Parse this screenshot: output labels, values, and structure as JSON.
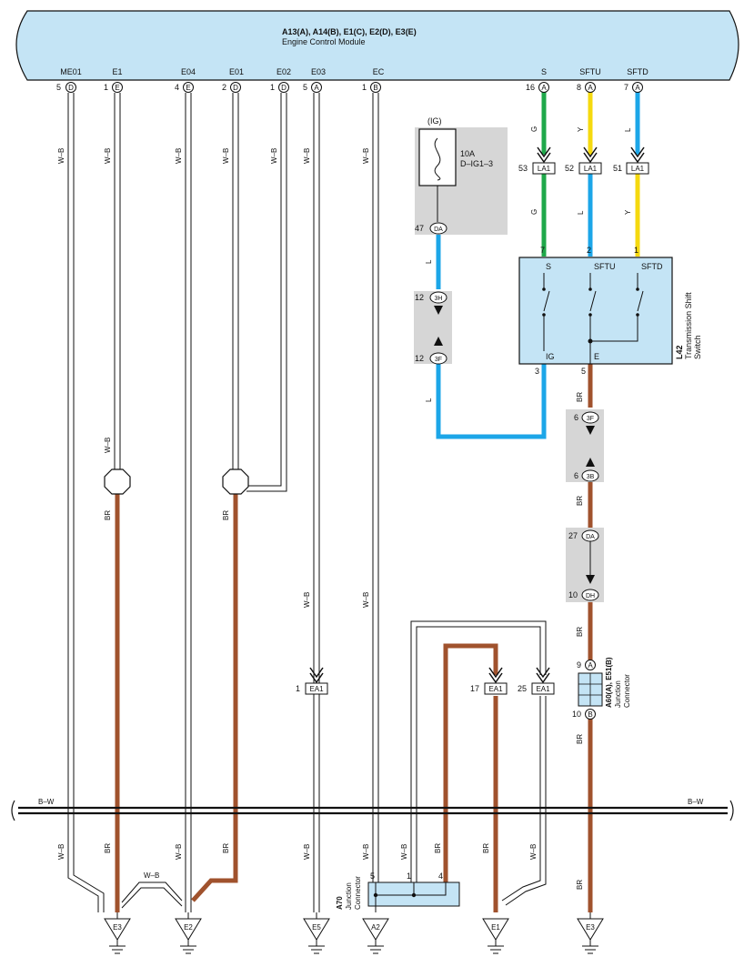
{
  "ecm": {
    "codes": "A13(A), A14(B), E1(C), E2(D), E3(E)",
    "name": "Engine Control Module",
    "terminals": [
      {
        "signal": "ME01",
        "pin": "5",
        "conn": "D"
      },
      {
        "signal": "E1",
        "pin": "1",
        "conn": "E"
      },
      {
        "signal": "E04",
        "pin": "4",
        "conn": "E"
      },
      {
        "signal": "E01",
        "pin": "2",
        "conn": "D"
      },
      {
        "signal": "E02",
        "pin": "1",
        "conn": "D"
      },
      {
        "signal": "E03",
        "pin": "5",
        "conn": "A"
      },
      {
        "signal": "EC",
        "pin": "1",
        "conn": "B"
      },
      {
        "signal": "S",
        "pin": "16",
        "conn": "A"
      },
      {
        "signal": "SFTU",
        "pin": "8",
        "conn": "A"
      },
      {
        "signal": "SFTD",
        "pin": "7",
        "conn": "A"
      }
    ]
  },
  "fuse": {
    "ig": "(IG)",
    "amp": "10A",
    "name": "D–IG1–3"
  },
  "colors": {
    "WB": "W–B",
    "BR": "BR",
    "L": "L",
    "G": "G",
    "Y": "Y",
    "BW": "B–W"
  },
  "connectors": {
    "la1": {
      "name": "LA1",
      "pins": [
        "53",
        "52",
        "51"
      ]
    },
    "da": {
      "name": "DA",
      "pin47": "47",
      "pin27": "27"
    },
    "h3": {
      "name": "3H",
      "pin": "12"
    },
    "f3": {
      "name": "3F",
      "pin12": "12",
      "pin6": "6"
    },
    "b3": {
      "name": "3B",
      "pin": "6"
    },
    "dh": {
      "name": "DH",
      "pin": "10"
    },
    "ea1": {
      "name": "EA1",
      "pin1": "1",
      "pin17": "17",
      "pin25": "25"
    }
  },
  "switch": {
    "code": "L42",
    "name1": "Transmission Shift",
    "name2": "Switch",
    "term_s": "S",
    "term_sftu": "SFTU",
    "term_sftd": "SFTD",
    "term_ig": "IG",
    "term_e": "E",
    "pin_s": "7",
    "pin_sftu": "2",
    "pin_sftd": "1",
    "pin_ig": "3",
    "pin_e": "5"
  },
  "jc_a60": {
    "code": "A60(A), E51(B)",
    "name1": "Junction",
    "name2": "Connector",
    "pin_a": "9",
    "conn_a": "A",
    "pin_b": "10",
    "conn_b": "B"
  },
  "jc_a70": {
    "code": "A70",
    "name1": "Junction",
    "name2": "Connector",
    "pin5": "5",
    "pin1": "1",
    "pin4": "4"
  },
  "grounds": [
    "E3",
    "E2",
    "E5",
    "A2",
    "E1",
    "E3"
  ]
}
